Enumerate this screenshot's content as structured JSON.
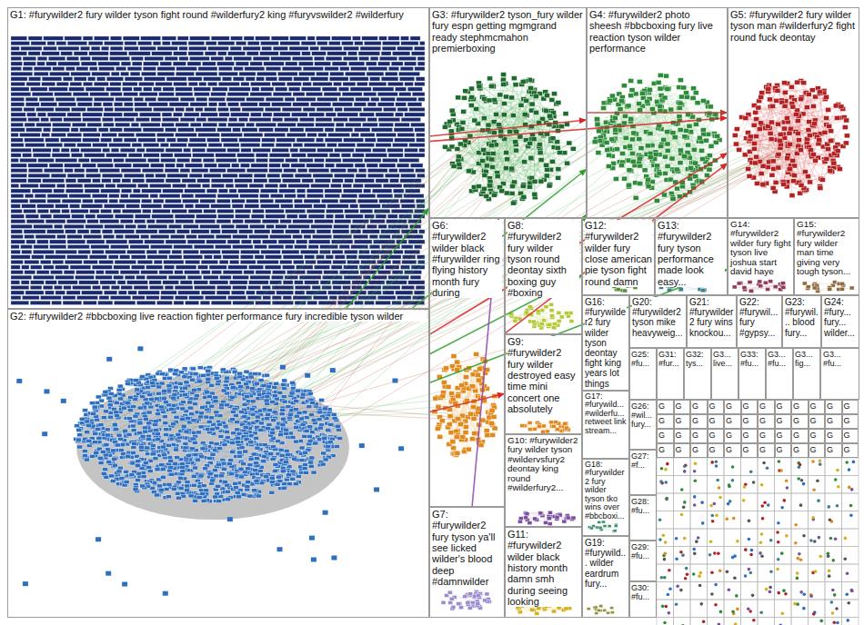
{
  "diagram": {
    "nodes": [
      {
        "text": [
          "G1: #furywilder2 fury wilder tyson fight round #wilderfury2 king #furyvswilder2 #wilderfury"
        ]
      },
      {
        "text": [
          "G2: #furywilder2 #bbcboxing live reaction fighter performance fury incredible tyson wilder"
        ]
      },
      {
        "text": [
          "G3: #furywilder2 tyson_fury wilder fury espn getting mgmgrand ready stephmcmahon premierboxing"
        ]
      },
      {
        "text": [
          "G4: #furywilder2 photo sheesh #bbcboxing fury live reaction tyson wilder performance"
        ]
      },
      {
        "text": [
          "G5: #furywilder2 fury wilder tyson man #wilderfury2 fight round fuck deontay"
        ]
      },
      {
        "text": [
          "G6: #furywilder2 wilder black #furywilder ring flying history month fury during"
        ]
      },
      {
        "text": [
          "G7: #furywilder2 fury tyson ya'll see licked wilder's blood deep #damnwilder"
        ]
      },
      {
        "text": [
          "G8: #furywilder2 fury wilder tyson round deontay sixth boxing guy #boxing"
        ]
      },
      {
        "text": [
          "G9: #furywilder2 fury wilder destroyed easy time mini concert one absolutely"
        ]
      },
      {
        "text": [
          "G10: #furywilder2 fury wilder tyson #wildervsfury2 deontay king round #wilderfury2..."
        ]
      },
      {
        "text": [
          "G11: #furywilder2 wilder black history month damn smh during seeing looking"
        ]
      },
      {
        "text": [
          "G12: #furywilder2 wilder fury close american pie tyson fight round damn"
        ]
      },
      {
        "text": [
          "G13: #furywilder2 fury tyson performance made look easy..."
        ]
      },
      {
        "text": [
          "G14: #furywilder2 wilder fury fight tyson live joshua start david haye"
        ]
      },
      {
        "text": [
          "G15: #furywilder2 fury wilder man time giving very tough tyson..."
        ]
      },
      {
        "text": [
          "G16: #furywilder2 fury wilder tyson deontay fight king years lot things"
        ]
      },
      {
        "text": [
          "G17: #furywild... #wilderfu... retweet link stream..."
        ]
      },
      {
        "text": [
          "G18: #furywilder2 fury wilder tyson tko wins over #bbcboxi..."
        ]
      },
      {
        "text": [
          "G19: #furywild... wilder eardrum fury..."
        ]
      },
      {
        "text": [
          "G20: #furywilder2 tyson mike heavyweig..."
        ]
      },
      {
        "text": [
          "G21: #furywilder2 fury wins knockou..."
        ]
      },
      {
        "text": [
          "G22: #furywil... fury #gypsy..."
        ]
      },
      {
        "text": [
          "G23: #furywil... blood fury..."
        ]
      },
      {
        "text": [
          "G24: #fury... fury... wilder..."
        ]
      },
      {
        "text": [
          "G25: #fu..."
        ]
      },
      {
        "text": [
          "G26: #wil... fury..."
        ]
      },
      {
        "text": [
          "G27: #f..."
        ]
      },
      {
        "text": [
          "G28: #fu..."
        ]
      },
      {
        "text": [
          "G29: #fu..."
        ]
      },
      {
        "text": [
          "G30: #fu..."
        ]
      },
      {
        "text": [
          "G31: #fur..."
        ]
      },
      {
        "text": [
          "G32: tys..."
        ]
      },
      {
        "text": [
          "G3... live..."
        ]
      },
      {
        "text": [
          "G33: #fu..."
        ]
      },
      {
        "text": [
          "G3... #fu..."
        ]
      },
      {
        "text": [
          "G3... fig..."
        ]
      },
      {
        "text": [
          "G3... #fu..."
        ]
      },
      {
        "text": [
          "G"
        ]
      },
      {
        "text": [
          "G"
        ]
      },
      {
        "text": [
          "G"
        ]
      },
      {
        "text": [
          "G"
        ]
      },
      {
        "text": [
          "G"
        ]
      },
      {
        "text": [
          "G"
        ]
      },
      {
        "text": [
          "G"
        ]
      },
      {
        "text": [
          "G"
        ]
      },
      {
        "text": [
          "G"
        ]
      },
      {
        "text": [
          "G"
        ]
      },
      {
        "text": [
          "G"
        ]
      },
      {
        "text": [
          "G"
        ]
      },
      {
        "text": [
          "G"
        ]
      },
      {
        "text": [
          "G"
        ]
      },
      {
        "text": [
          "G"
        ]
      },
      {
        "text": [
          "G"
        ]
      },
      {
        "text": [
          "G"
        ]
      },
      {
        "text": [
          "G"
        ]
      },
      {
        "text": [
          "G"
        ]
      },
      {
        "text": [
          "G"
        ]
      },
      {
        "text": [
          "G"
        ]
      },
      {
        "text": [
          "G"
        ]
      },
      {
        "text": [
          "G"
        ]
      },
      {
        "text": [
          "G"
        ]
      },
      {
        "text": [
          "G"
        ]
      },
      {
        "text": [
          "G"
        ]
      },
      {
        "text": [
          "G"
        ]
      },
      {
        "text": [
          "G"
        ]
      },
      {
        "text": [
          "G"
        ]
      },
      {
        "text": [
          "G"
        ]
      },
      {
        "text": [
          "G"
        ]
      },
      {
        "text": [
          "G"
        ]
      },
      {
        "text": [
          "G"
        ]
      },
      {
        "text": [
          "G"
        ]
      },
      {
        "text": [
          "G"
        ]
      },
      {
        "text": [
          "G"
        ]
      },
      {
        "text": [
          "G"
        ]
      },
      {
        "text": [
          "G"
        ]
      },
      {
        "text": [
          "G"
        ]
      },
      {
        "text": [
          "G"
        ]
      },
      {
        "text": [
          "G"
        ]
      },
      {
        "text": [
          "G"
        ]
      },
      {
        "text": [
          "G"
        ]
      },
      {
        "text": [
          "G"
        ]
      },
      {
        "text": [
          "G"
        ]
      },
      {
        "text": [
          "G"
        ]
      },
      {
        "text": [
          "G"
        ]
      },
      {
        "text": [
          "G"
        ]
      }
    ],
    "edges": [
      {
        "from": 1,
        "to": 4,
        "arrow": "to"
      },
      {
        "from": 1,
        "to": 3,
        "arrow": "to"
      },
      {
        "from": 1,
        "to": 2,
        "arrow": "to"
      },
      {
        "from": 0,
        "to": 3,
        "arrow": "to"
      },
      {
        "from": 0,
        "to": 4,
        "arrow": "to"
      },
      {
        "from": 2,
        "to": 4,
        "arrow": "to"
      },
      {
        "from": 5,
        "to": 4,
        "arrow": "to"
      },
      {
        "from": 1,
        "to": 13,
        "arrow": "to"
      },
      {
        "from": 1,
        "to": 8,
        "arrow": "to"
      },
      {
        "from": 7,
        "to": 3,
        "arrow": "to"
      },
      {
        "from": 1,
        "to": 11,
        "arrow": "to"
      },
      {
        "from": 6,
        "to": 2,
        "arrow": "to"
      }
    ]
  }
}
